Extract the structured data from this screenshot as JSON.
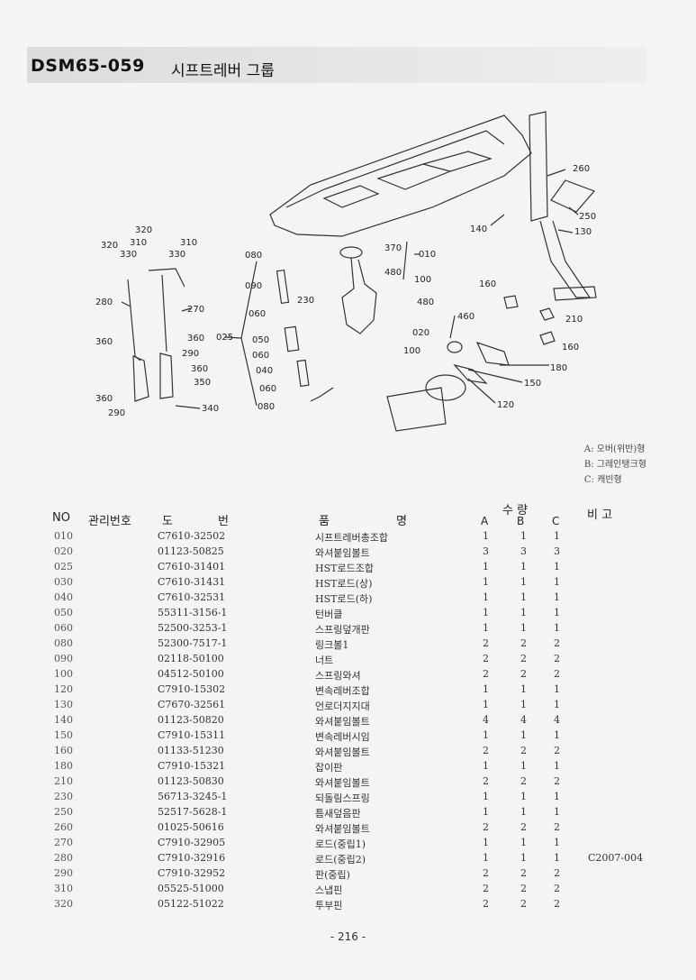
{
  "header": {
    "code": "DSM65-059",
    "name": "시프트레버 그룹"
  },
  "diagram": {
    "callouts": [
      "260",
      "250",
      "130",
      "140",
      "370",
      "010",
      "480",
      "100",
      "480",
      "160",
      "210",
      "160",
      "180",
      "150",
      "120",
      "460",
      "020",
      "100",
      "320",
      "310",
      "310",
      "320",
      "330",
      "330",
      "280",
      "270",
      "360",
      "290",
      "360",
      "350",
      "340",
      "360",
      "290",
      "080",
      "090",
      "230",
      "060",
      "025",
      "050",
      "060",
      "040",
      "060",
      "080"
    ]
  },
  "legend": [
    "A: 오버(위반)형",
    "B: 그레인탱크형",
    "C: 캐빈형"
  ],
  "table": {
    "headers": {
      "no": "NO",
      "mgmt": "관리번호",
      "drawing_a": "도",
      "drawing_b": "번",
      "name_a": "품",
      "name_b": "명",
      "qty": "수 량",
      "a": "A",
      "b": "B",
      "c": "C",
      "note": "비 고"
    },
    "rows": [
      {
        "no": "010",
        "part": "C7610-32502",
        "name": "시프트레버총조합",
        "a": "1",
        "b": "1",
        "c": "1",
        "note": ""
      },
      {
        "no": "020",
        "part": "01123-50825",
        "name": "와셔붙임볼트",
        "a": "3",
        "b": "3",
        "c": "3",
        "note": ""
      },
      {
        "no": "025",
        "part": "C7610-31401",
        "name": "HST로드조합",
        "a": "1",
        "b": "1",
        "c": "1",
        "note": ""
      },
      {
        "no": "030",
        "part": "C7610-31431",
        "name": "HST로드(상)",
        "a": "1",
        "b": "1",
        "c": "1",
        "note": ""
      },
      {
        "no": "040",
        "part": "C7610-32531",
        "name": "HST로드(하)",
        "a": "1",
        "b": "1",
        "c": "1",
        "note": ""
      },
      {
        "no": "050",
        "part": "55311-3156-1",
        "name": "턴버클",
        "a": "1",
        "b": "1",
        "c": "1",
        "note": ""
      },
      {
        "no": "060",
        "part": "52500-3253-1",
        "name": "스프링덮개판",
        "a": "1",
        "b": "1",
        "c": "1",
        "note": ""
      },
      {
        "no": "080",
        "part": "52300-7517-1",
        "name": "링크볼1",
        "a": "2",
        "b": "2",
        "c": "2",
        "note": ""
      },
      {
        "no": "090",
        "part": "02118-50100",
        "name": "너트",
        "a": "2",
        "b": "2",
        "c": "2",
        "note": ""
      },
      {
        "no": "100",
        "part": "04512-50100",
        "name": "스프링와셔",
        "a": "2",
        "b": "2",
        "c": "2",
        "note": ""
      },
      {
        "no": "120",
        "part": "C7910-15302",
        "name": "변속레버조합",
        "a": "1",
        "b": "1",
        "c": "1",
        "note": ""
      },
      {
        "no": "130",
        "part": "C7670-32561",
        "name": "언로더지지대",
        "a": "1",
        "b": "1",
        "c": "1",
        "note": ""
      },
      {
        "no": "140",
        "part": "01123-50820",
        "name": "와셔붙임볼트",
        "a": "4",
        "b": "4",
        "c": "4",
        "note": ""
      },
      {
        "no": "150",
        "part": "C7910-15311",
        "name": "변속레버시임",
        "a": "1",
        "b": "1",
        "c": "1",
        "note": ""
      },
      {
        "no": "160",
        "part": "01133-51230",
        "name": "와셔붙임볼트",
        "a": "2",
        "b": "2",
        "c": "2",
        "note": ""
      },
      {
        "no": "180",
        "part": "C7910-15321",
        "name": "잡이판",
        "a": "1",
        "b": "1",
        "c": "1",
        "note": ""
      },
      {
        "no": "210",
        "part": "01123-50830",
        "name": "와셔붙임볼트",
        "a": "2",
        "b": "2",
        "c": "2",
        "note": ""
      },
      {
        "no": "230",
        "part": "56713-3245-1",
        "name": "되돌림스프링",
        "a": "1",
        "b": "1",
        "c": "1",
        "note": ""
      },
      {
        "no": "250",
        "part": "52517-5628-1",
        "name": "틈새덮음판",
        "a": "1",
        "b": "1",
        "c": "1",
        "note": ""
      },
      {
        "no": "260",
        "part": "01025-50616",
        "name": "와셔붙임볼트",
        "a": "2",
        "b": "2",
        "c": "2",
        "note": ""
      },
      {
        "no": "270",
        "part": "C7910-32905",
        "name": "로드(중립1)",
        "a": "1",
        "b": "1",
        "c": "1",
        "note": ""
      },
      {
        "no": "280",
        "part": "C7910-32916",
        "name": "로드(중립2)",
        "a": "1",
        "b": "1",
        "c": "1",
        "note": "C2007-004"
      },
      {
        "no": "290",
        "part": "C7910-32952",
        "name": "판(중립)",
        "a": "2",
        "b": "2",
        "c": "2",
        "note": ""
      },
      {
        "no": "310",
        "part": "05525-51000",
        "name": "스냅핀",
        "a": "2",
        "b": "2",
        "c": "2",
        "note": ""
      },
      {
        "no": "320",
        "part": "05122-51022",
        "name": "투부핀",
        "a": "2",
        "b": "2",
        "c": "2",
        "note": ""
      }
    ]
  },
  "footer": {
    "page": "- 216 -"
  }
}
